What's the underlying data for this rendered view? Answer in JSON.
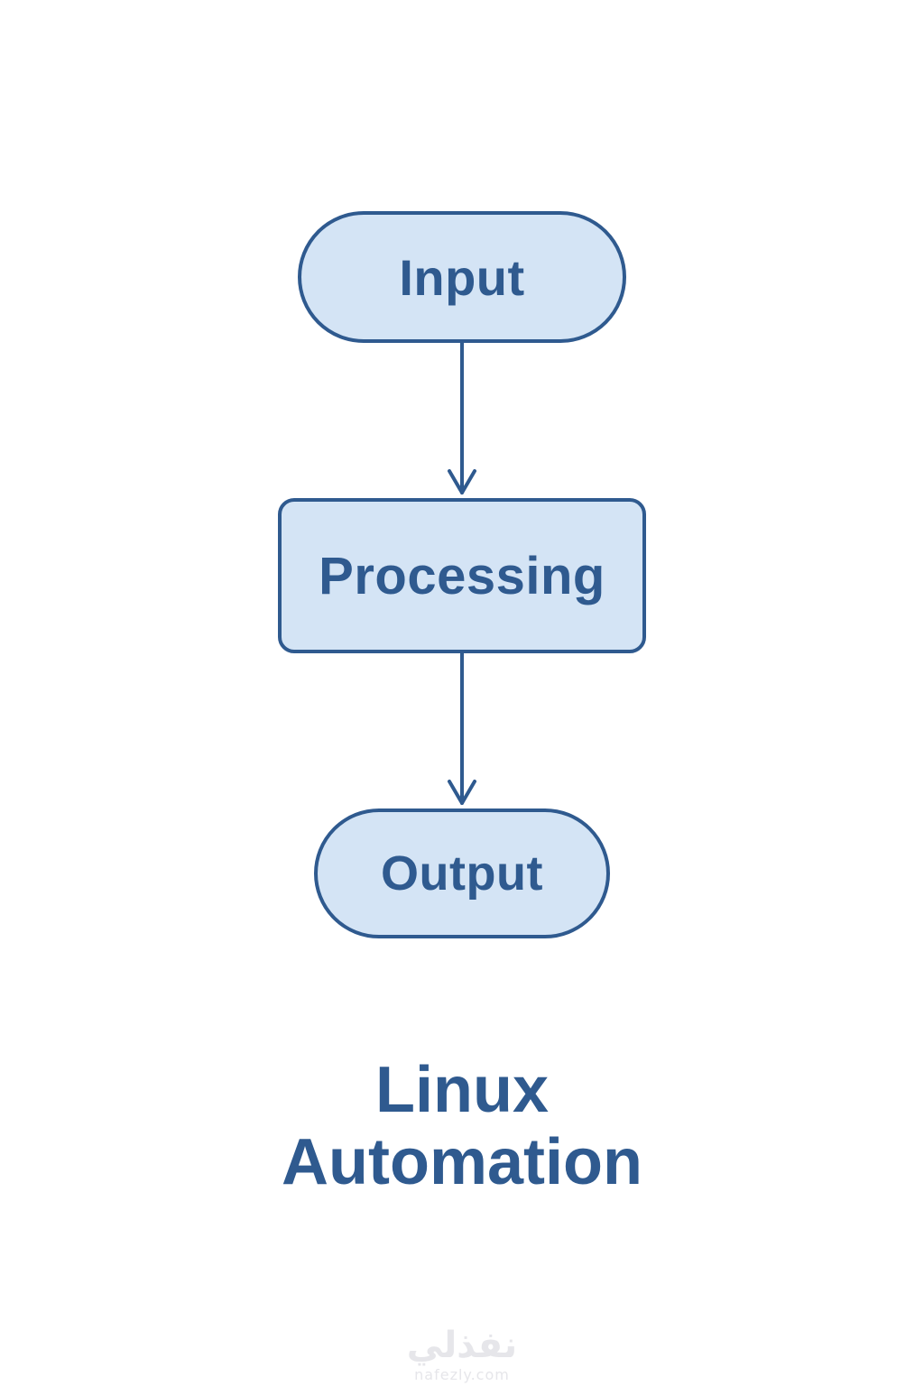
{
  "diagram": {
    "nodes": {
      "input": "Input",
      "processing": "Processing",
      "output": "Output"
    },
    "edges": [
      {
        "from": "Input",
        "to": "Processing"
      },
      {
        "from": "Processing",
        "to": "Output"
      }
    ],
    "colors": {
      "stroke": "#2f5a8f",
      "fill": "#d4e4f5",
      "text": "#2f5a8f"
    }
  },
  "title": {
    "line1": "Linux",
    "line2": "Automation"
  },
  "watermark": {
    "logo_text": "نفذلي",
    "url": "nafezly.com"
  }
}
